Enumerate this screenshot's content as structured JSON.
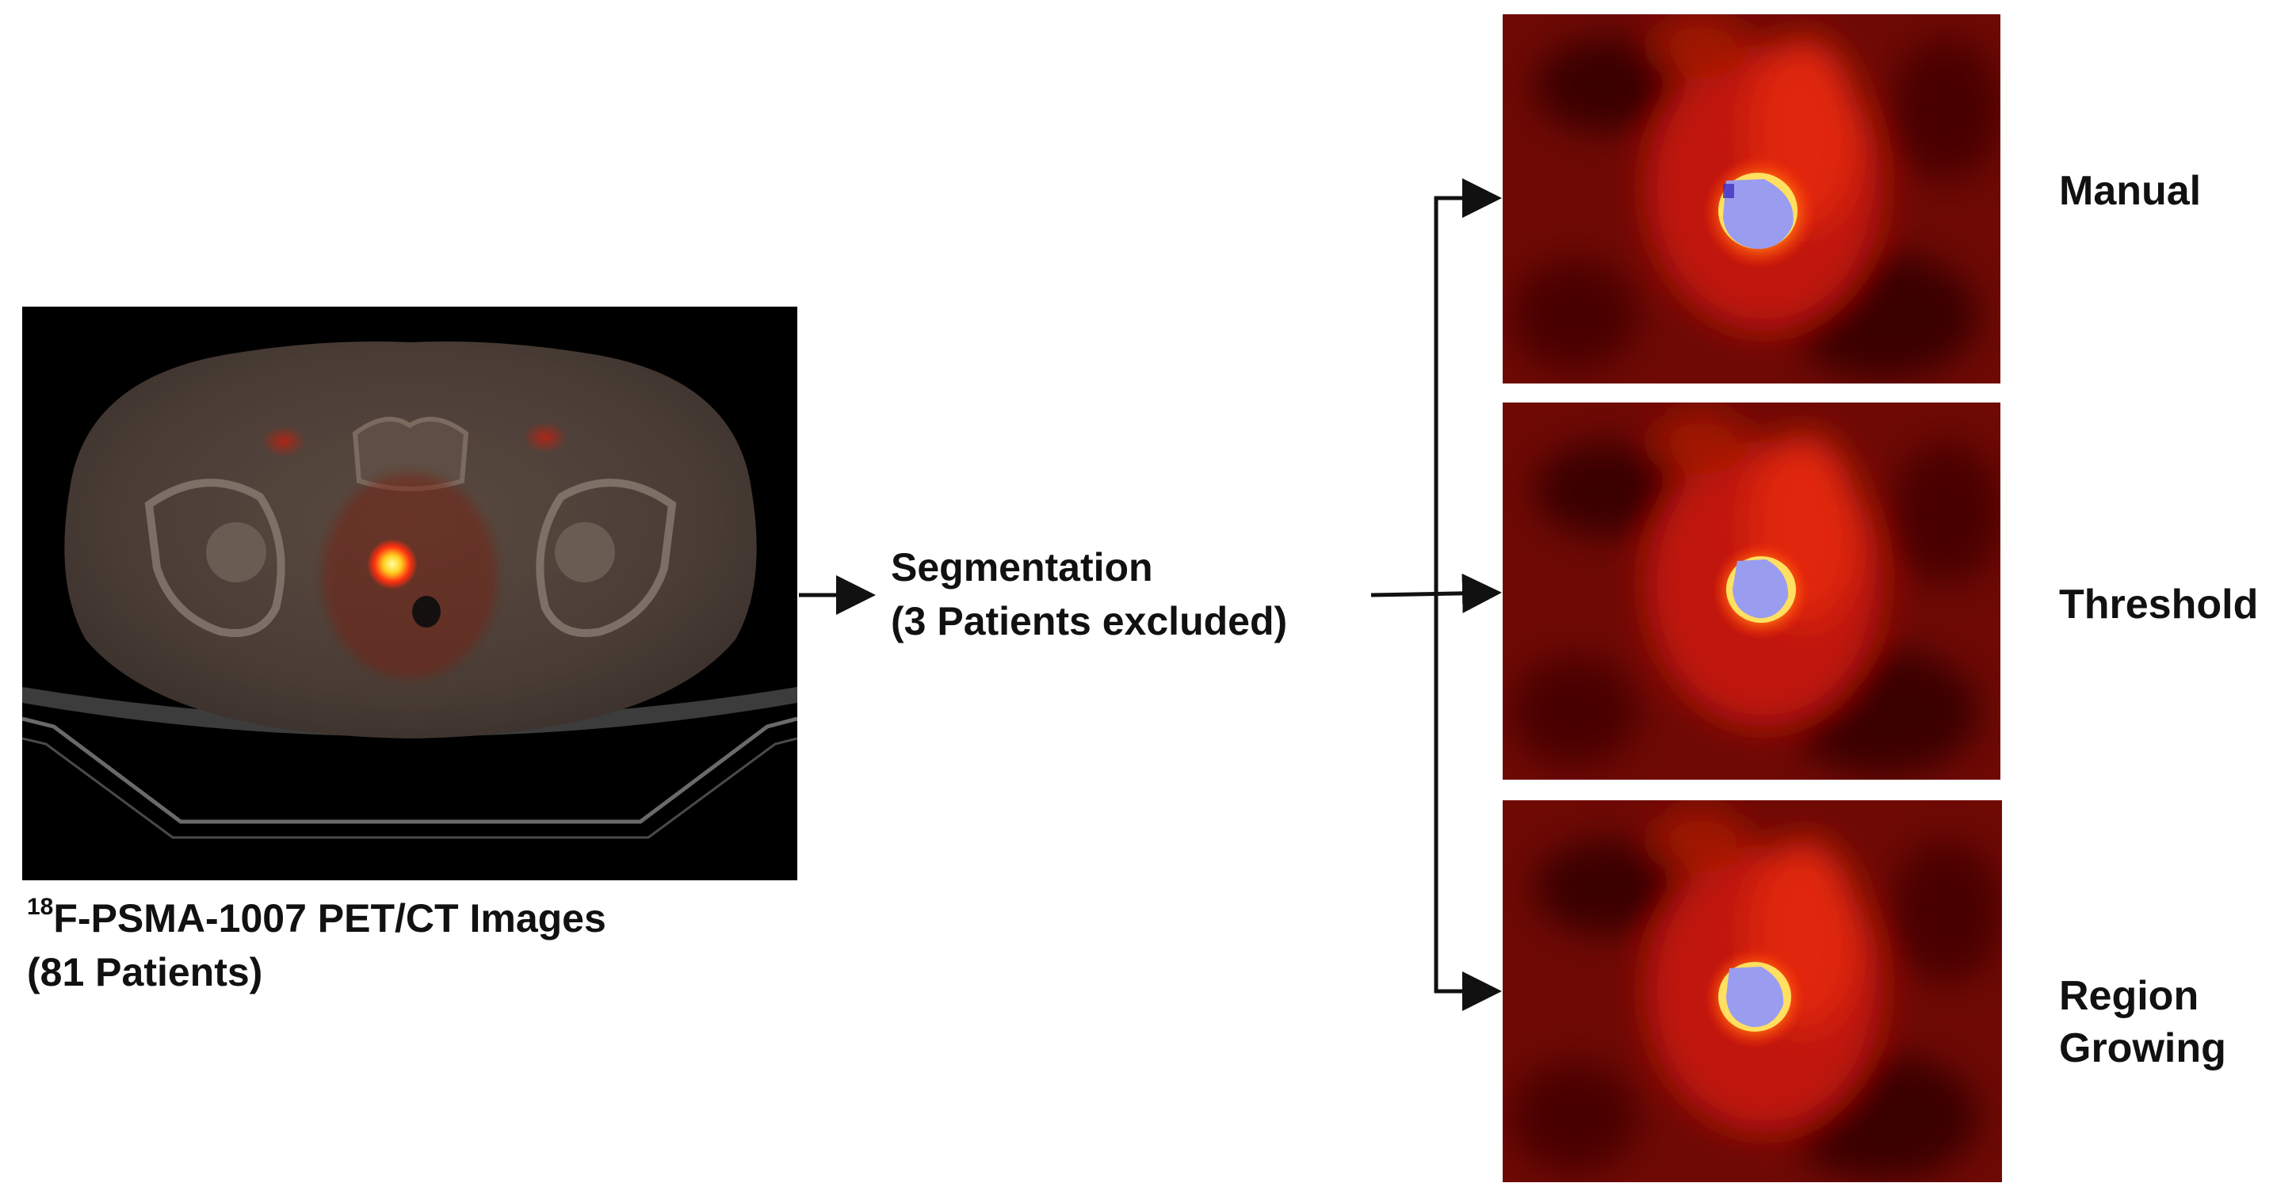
{
  "source": {
    "caption_sup": "18",
    "caption_line1": "F-PSMA-1007 PET/CT Images",
    "caption_line2": "(81 Patients)"
  },
  "step": {
    "line1": "Segmentation",
    "line2": "(3 Patients excluded)"
  },
  "methods": [
    {
      "line1": "Manual",
      "line2": ""
    },
    {
      "line1": "Threshold",
      "line2": ""
    },
    {
      "line1": "Region",
      "line2": "Growing"
    }
  ],
  "colors": {
    "arrow": "#111111",
    "pet_background": "#7a0a06",
    "pet_hot": "#ff3a10",
    "segmentation_mask": "#9a9cf0",
    "ct_background": "#000000"
  }
}
